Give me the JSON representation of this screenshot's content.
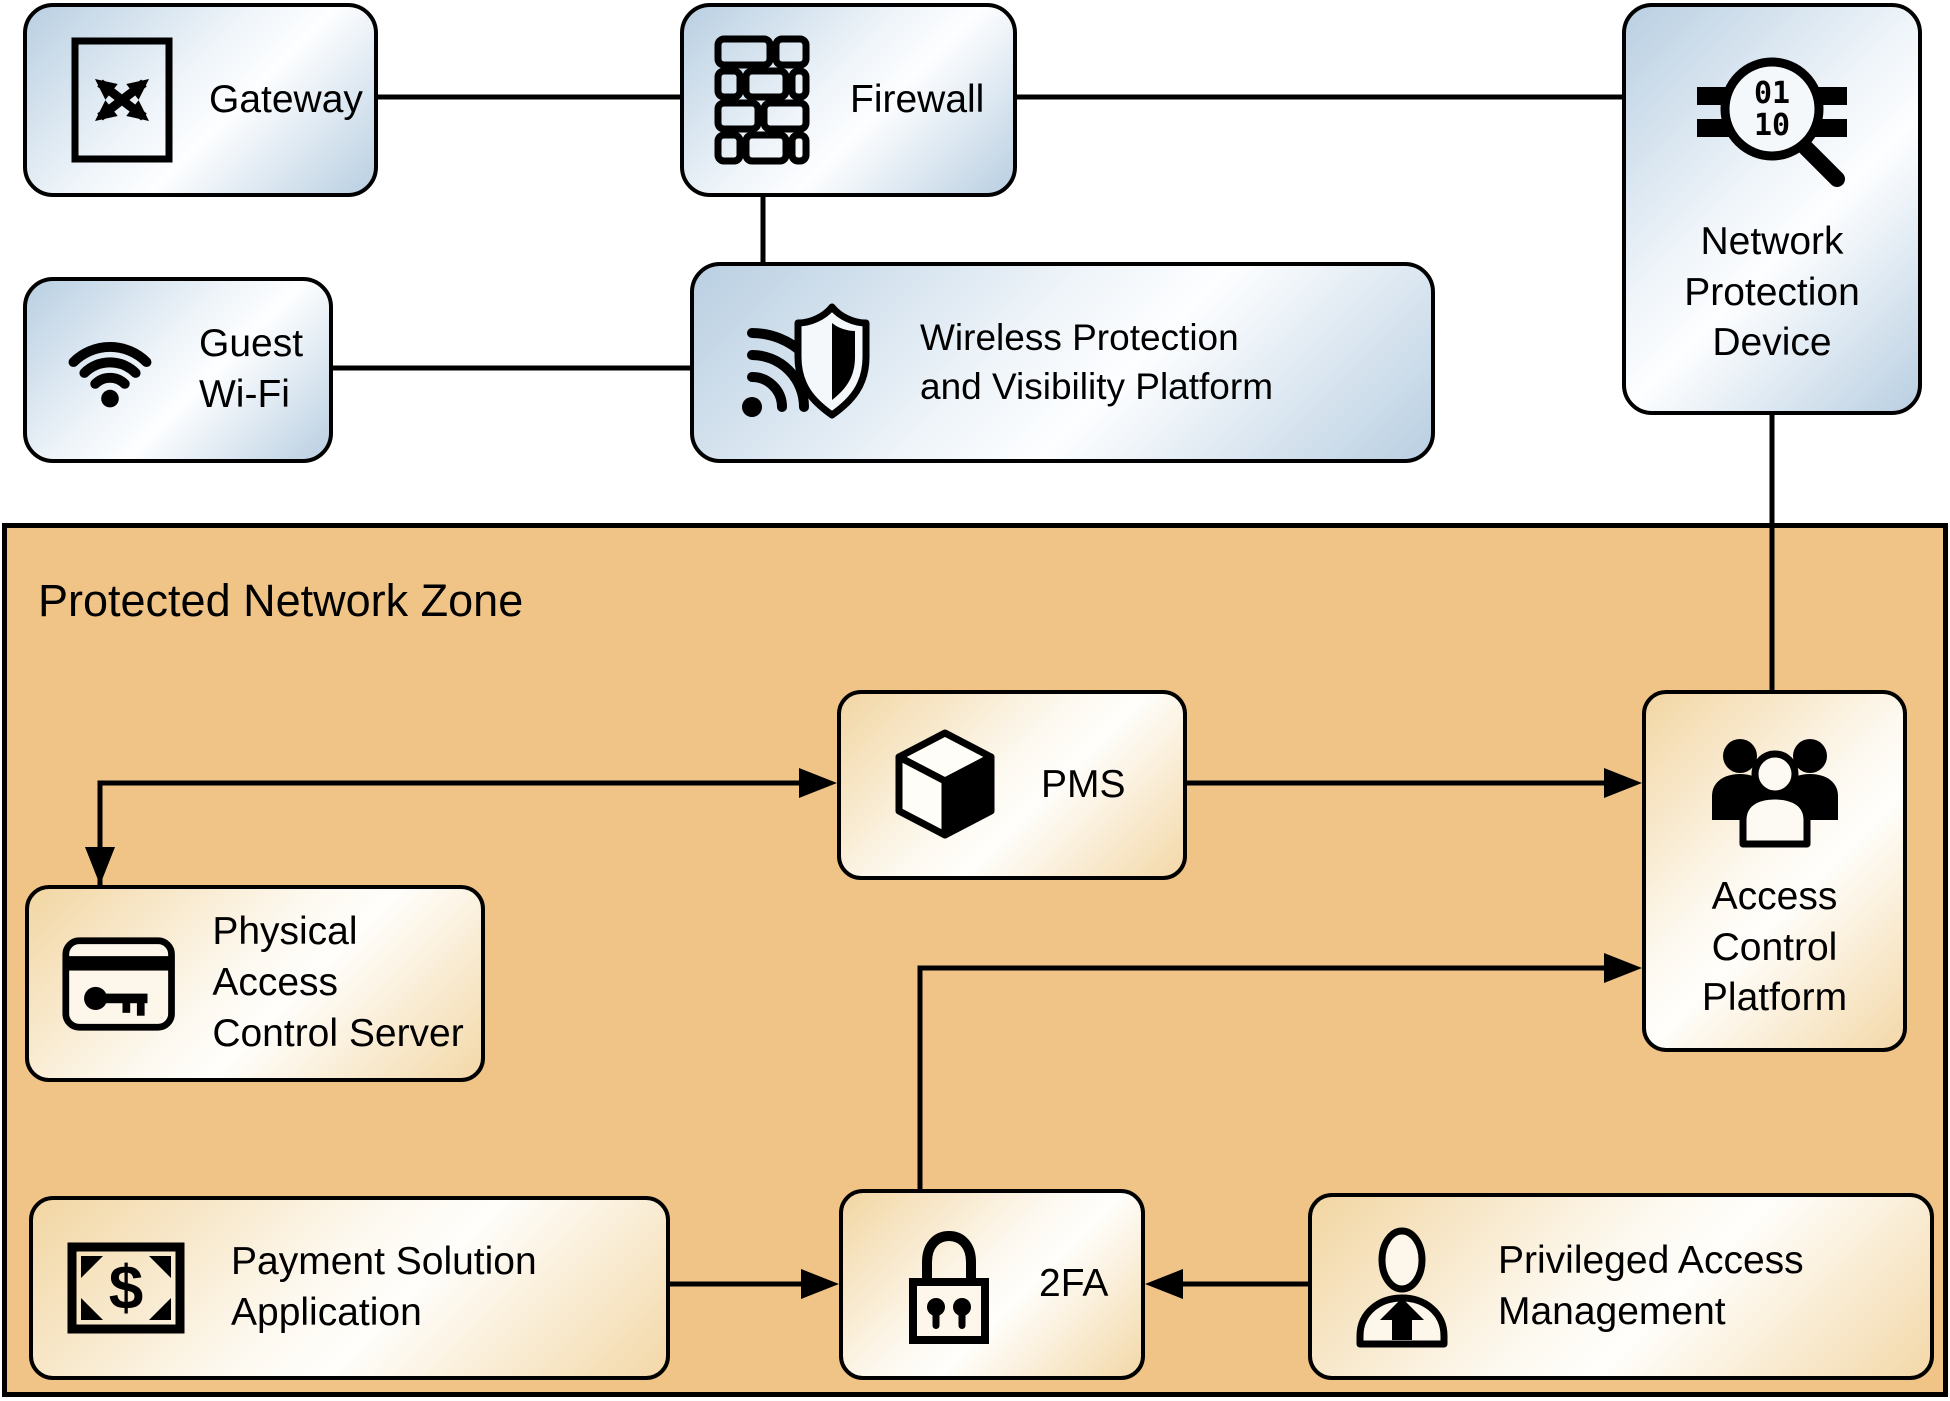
{
  "diagram": {
    "title_domain": "network-security-architecture",
    "zone": {
      "label": "Protected Network Zone",
      "fill": "#f0c487",
      "border": "#000000"
    },
    "colors": {
      "node_blue": "#b9cfe2",
      "node_cream": "#f3d8a8",
      "line": "#000000",
      "background": "#ffffff"
    },
    "nodes": {
      "gateway": {
        "label": "Gateway",
        "icon": "switch-crossed-arrows-icon",
        "style": "blue"
      },
      "firewall": {
        "label": "Firewall",
        "icon": "brick-wall-icon",
        "style": "blue"
      },
      "network_protection_device": {
        "label": "Network\nProtection\nDevice",
        "icon": "magnifier-binary-icon",
        "style": "blue"
      },
      "guest_wifi": {
        "label": "Guest\nWi-Fi",
        "icon": "wifi-icon",
        "style": "blue"
      },
      "wireless_platform": {
        "label": "Wireless Protection\nand Visibility Platform",
        "icon": "wifi-shield-icon",
        "style": "blue"
      },
      "pms": {
        "label": "PMS",
        "icon": "cube-icon",
        "style": "cream"
      },
      "access_control_platform": {
        "label": "Access\nControl\nPlatform",
        "icon": "user-group-icon",
        "style": "cream"
      },
      "physical_access_control_server": {
        "label": "Physical Access\nControl Server",
        "icon": "keycard-key-icon",
        "style": "cream"
      },
      "payment_solution_application": {
        "label": "Payment Solution\nApplication",
        "icon": "dollar-bill-icon",
        "style": "cream"
      },
      "two_fa": {
        "label": "2FA",
        "icon": "padlock-icon",
        "style": "cream"
      },
      "privileged_access_management": {
        "label": "Privileged Access\nManagement",
        "icon": "user-up-arrow-icon",
        "style": "cream"
      }
    },
    "icon_text": {
      "binary_line1": "01",
      "binary_line2": "10",
      "dollar_sign": "$"
    },
    "connections": [
      {
        "from": "gateway",
        "to": "firewall",
        "style": "plain-line"
      },
      {
        "from": "firewall",
        "to": "network_protection_device",
        "style": "plain-line"
      },
      {
        "from": "firewall",
        "to": "wireless_platform",
        "style": "plain-line"
      },
      {
        "from": "guest_wifi",
        "to": "wireless_platform",
        "style": "plain-line"
      },
      {
        "from": "network_protection_device",
        "to": "access_control_platform",
        "style": "plain-line"
      },
      {
        "from": "physical_access_control_server",
        "to": "pms",
        "style": "elbow-arrows-both-ends"
      },
      {
        "from": "pms",
        "to": "access_control_platform",
        "style": "arrow"
      },
      {
        "from": "two_fa",
        "to": "access_control_platform",
        "style": "elbow-arrow"
      },
      {
        "from": "payment_solution_application",
        "to": "two_fa",
        "style": "arrow"
      },
      {
        "from": "privileged_access_management",
        "to": "two_fa",
        "style": "arrow"
      }
    ]
  }
}
